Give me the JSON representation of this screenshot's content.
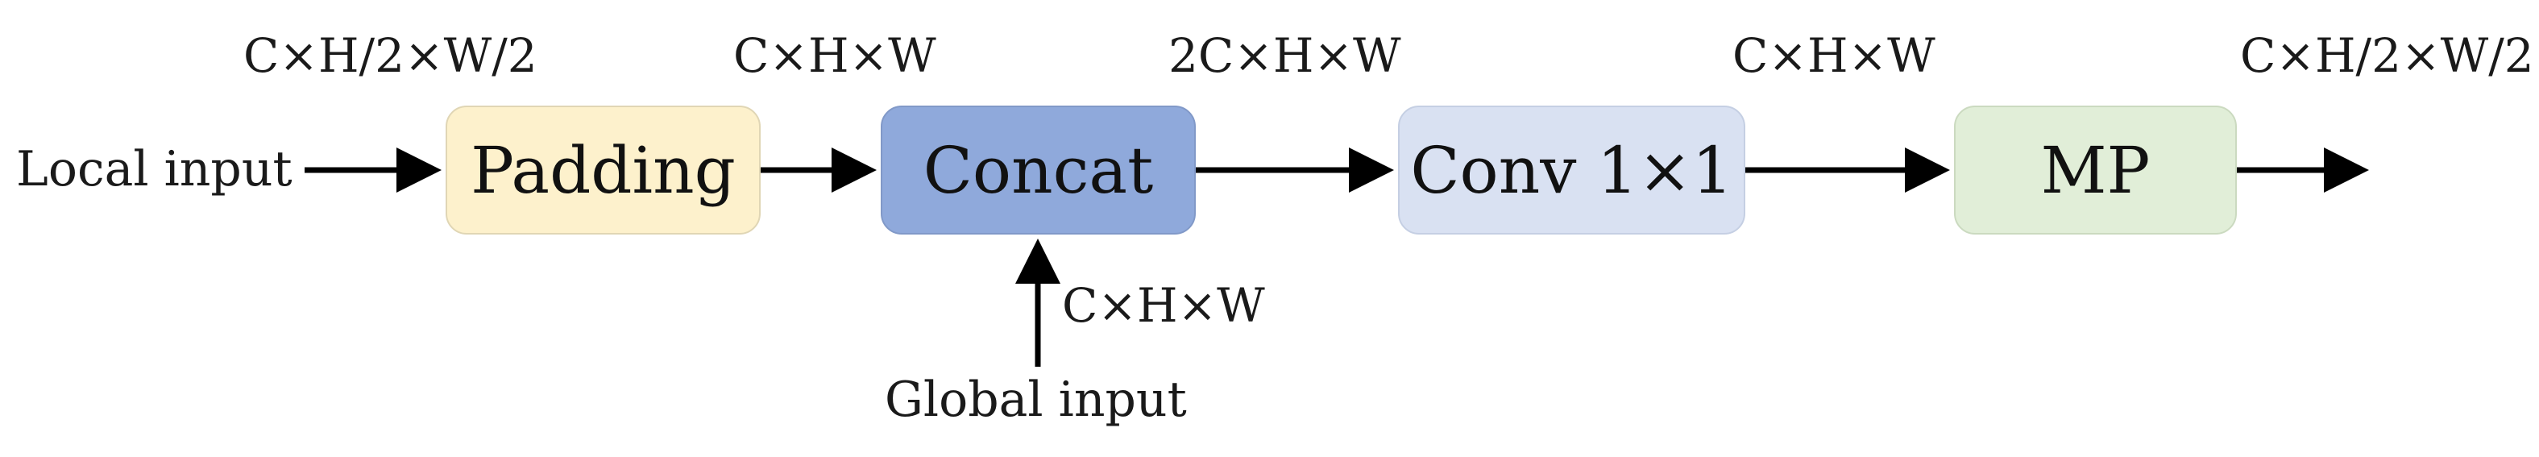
{
  "nodes": {
    "padding": "Padding",
    "concat": "Concat",
    "conv": "Conv 1×1",
    "mp": "MP"
  },
  "inputs": {
    "local": "Local input",
    "global": "Global input"
  },
  "dims": {
    "local_input": "C×H/2×W/2",
    "after_padding": "C×H×W",
    "after_concat": "2C×H×W",
    "after_conv": "C×H×W",
    "output": "C×H/2×W/2",
    "global_input": "C×H×W"
  },
  "colors": {
    "padding_fill": "#fdf1cc",
    "concat_fill": "#8fa9db",
    "conv_fill": "#d9e1f2",
    "mp_fill": "#e1eed8",
    "arrow": "#000000"
  }
}
